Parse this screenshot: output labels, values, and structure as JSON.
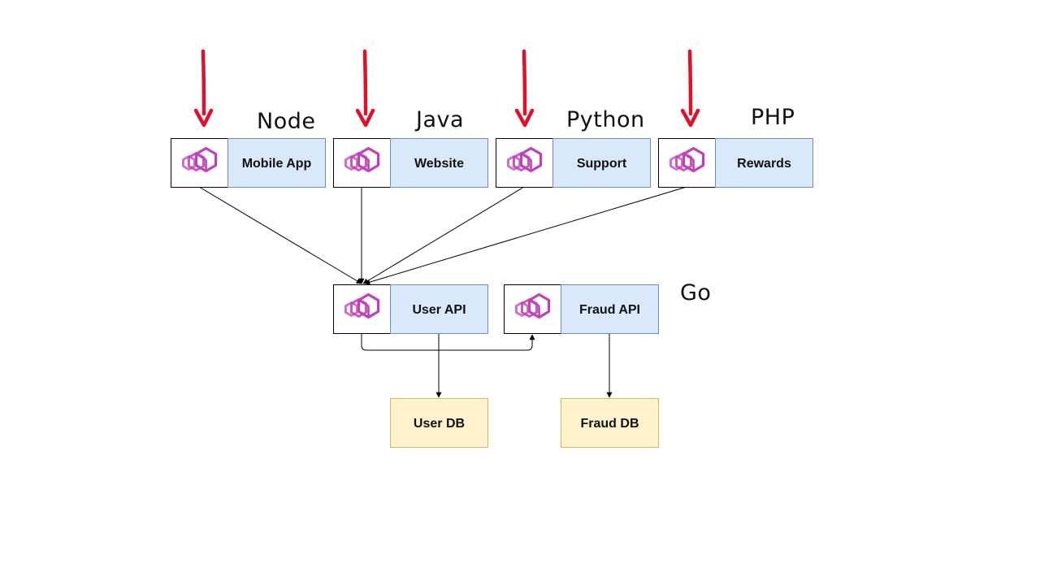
{
  "colors": {
    "service_fill": "#dae8fc",
    "service_stroke": "#6c8ebf",
    "db_fill": "#fff2cc",
    "db_stroke": "#d6b656",
    "pointer_arrow": "#e0102a",
    "icon": "#c040b8",
    "connector": "#000000"
  },
  "icon_name": "envoy-proxy-icon",
  "services": {
    "mobile_app": {
      "label": "Mobile App",
      "language": "Node"
    },
    "website": {
      "label": "Website",
      "language": "Java"
    },
    "support": {
      "label": "Support",
      "language": "Python"
    },
    "rewards": {
      "label": "Rewards",
      "language": "PHP"
    },
    "user_api": {
      "label": "User API"
    },
    "fraud_api": {
      "label": "Fraud API"
    }
  },
  "backend_language": "Go",
  "databases": {
    "user_db": {
      "label": "User DB"
    },
    "fraud_db": {
      "label": "Fraud DB"
    }
  }
}
